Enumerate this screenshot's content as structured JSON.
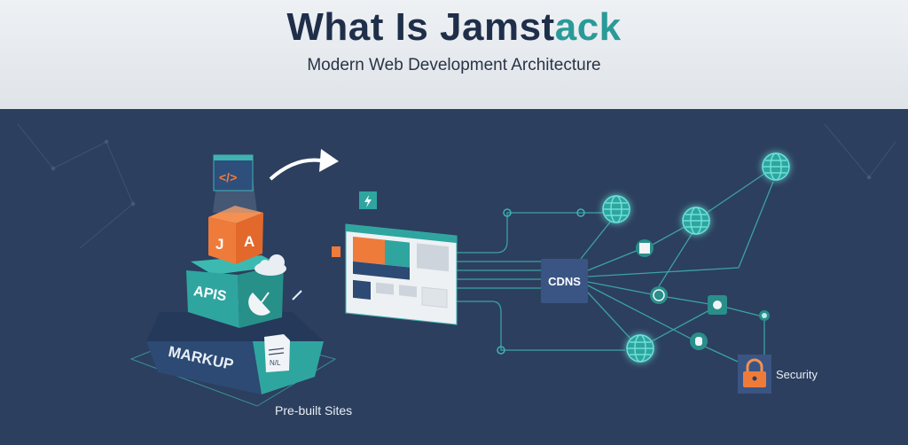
{
  "header": {
    "title_main": "What Is Jamst",
    "title_accent": "ack",
    "subtitle": "Modern Web Development Architecture"
  },
  "stack": {
    "top_left_letter": "J",
    "top_right_letter": "A",
    "middle_label": "APIS",
    "base_label": "MARKUP",
    "code_glyph": "</>",
    "caption": "Pre-built Sites"
  },
  "network": {
    "hub_label": "CDNS",
    "security_label": "Security"
  },
  "colors": {
    "navy_bg": "#2c3f5e",
    "teal": "#2fa59f",
    "orange": "#ef7b3b",
    "title": "#1f2f4a",
    "accent": "#2a9a98"
  }
}
